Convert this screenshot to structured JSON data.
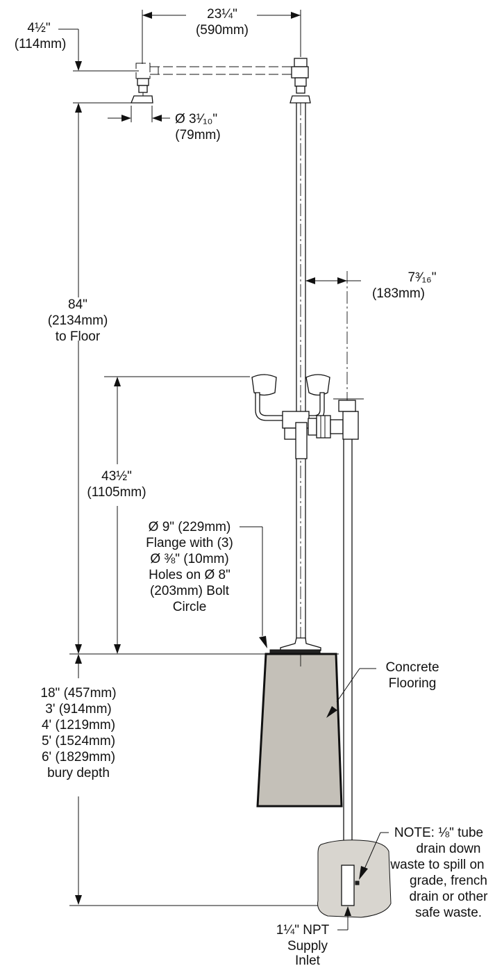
{
  "dimensions": {
    "head_spacing": {
      "line1": "23¼\"",
      "line2": "(590mm)"
    },
    "head_drop": {
      "line1": "4½\"",
      "line2": "(114mm)"
    },
    "head_diameter": {
      "line1": "Ø 3¹⁄₁₀\"",
      "line2": "(79mm)"
    },
    "offset": {
      "line1": "7³⁄₁₆\"",
      "line2": "(183mm)"
    },
    "height_to_floor": {
      "line1": "84\"",
      "line2": "(2134mm)",
      "line3": "to Floor"
    },
    "eyewash_height": {
      "line1": "43½\"",
      "line2": "(1105mm)"
    }
  },
  "callouts": {
    "flange": [
      "Ø 9\" (229mm)",
      "Flange with (3)",
      "Ø ⅜\" (10mm)",
      "Holes on Ø 8\"",
      "(203mm) Bolt",
      "Circle"
    ],
    "concrete": [
      "Concrete",
      "Flooring"
    ],
    "bury_depth": [
      "18\" (457mm)",
      "3' (914mm)",
      "4' (1219mm)",
      "5' (1524mm)",
      "6' (1829mm)",
      "bury depth"
    ],
    "note": [
      "NOTE:  ⅛\" tube",
      "drain down",
      "waste to spill on",
      "grade, french",
      "drain or other",
      "safe waste."
    ],
    "supply": [
      "1¼\" NPT",
      "Supply",
      "Inlet"
    ]
  },
  "colors": {
    "concrete": "#c4c0b8",
    "soil": "#d8d5cf",
    "line": "#111111"
  }
}
